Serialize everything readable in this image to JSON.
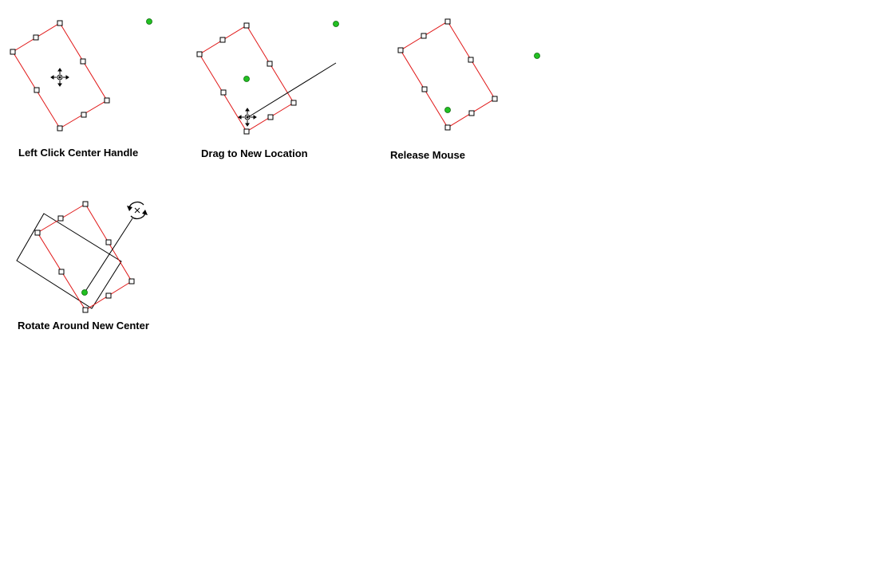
{
  "panels": [
    {
      "id": "step-1",
      "caption": "Left Click Center Handle"
    },
    {
      "id": "step-2",
      "caption": "Drag to New Location"
    },
    {
      "id": "step-3",
      "caption": "Release Mouse"
    },
    {
      "id": "step-4",
      "caption": "Rotate Around New Center"
    }
  ],
  "colors": {
    "outline": "#e01818",
    "handle_fill": "#ffffff",
    "handle_stroke": "#000000",
    "pivot_dot": "#22c022",
    "ghost_outline": "#000000",
    "caption_text": "#000000"
  },
  "icons": [
    "move-cursor-icon",
    "rotate-cursor-icon",
    "center-pivot-icon",
    "resize-handle-icon"
  ]
}
